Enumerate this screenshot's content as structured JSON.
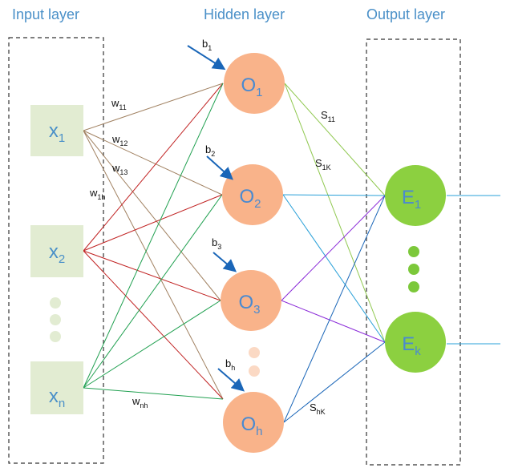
{
  "colors": {
    "title": "#4a90c8",
    "input_fill": "#e2ecd2",
    "input_text": "#4a90c8",
    "hidden_fill": "#f9b38a",
    "hidden_text": "#4a8ad0",
    "hidden_dot": "#fbd9c4",
    "output_fill": "#8cd040",
    "output_text": "#4a8ad0",
    "output_dot": "#7cc83a",
    "input_dot": "#e2ecd2",
    "bias_arrow": "#1a66b8",
    "edge_x1": "#a08060",
    "edge_x2": "#c02020",
    "edge_xn": "#20a050",
    "edge_o1": "#90c850",
    "edge_o2": "#2aa0d8",
    "edge_o3": "#8a2ad8",
    "edge_oh": "#1a66b8",
    "out_line": "#2aa0d8",
    "box_border": "#333333"
  },
  "layers": {
    "input": {
      "title": "Input layer"
    },
    "hidden": {
      "title": "Hidden layer"
    },
    "output": {
      "title": "Output layer"
    }
  },
  "inputs": [
    {
      "name": "x1",
      "main": "x",
      "sub": "1"
    },
    {
      "name": "x2",
      "main": "x",
      "sub": "2"
    },
    {
      "name": "xn",
      "main": "x",
      "sub": "n"
    }
  ],
  "hidden": [
    {
      "name": "o1",
      "main": "O",
      "sub": "1",
      "bias_main": "b",
      "bias_sub": "1"
    },
    {
      "name": "o2",
      "main": "O",
      "sub": "2",
      "bias_main": "b",
      "bias_sub": "2"
    },
    {
      "name": "o3",
      "main": "O",
      "sub": "3",
      "bias_main": "b",
      "bias_sub": "3"
    },
    {
      "name": "oh",
      "main": "O",
      "sub": "h",
      "bias_main": "b",
      "bias_sub": "h"
    }
  ],
  "outputs": [
    {
      "name": "e1",
      "main": "E",
      "sub": "1"
    },
    {
      "name": "ek",
      "main": "E",
      "sub": "k"
    }
  ],
  "weights": {
    "w11": {
      "main": "w",
      "sub": "11"
    },
    "w12": {
      "main": "w",
      "sub": "12"
    },
    "w13": {
      "main": "w",
      "sub": "13"
    },
    "w1h": {
      "main": "w",
      "sub": "1h"
    },
    "wnh": {
      "main": "w",
      "sub": "nh"
    },
    "s11": {
      "main": "S",
      "sub": "11"
    },
    "s1k": {
      "main": "S",
      "sub": "1K"
    },
    "shk": {
      "main": "S",
      "sub": "hK"
    }
  }
}
